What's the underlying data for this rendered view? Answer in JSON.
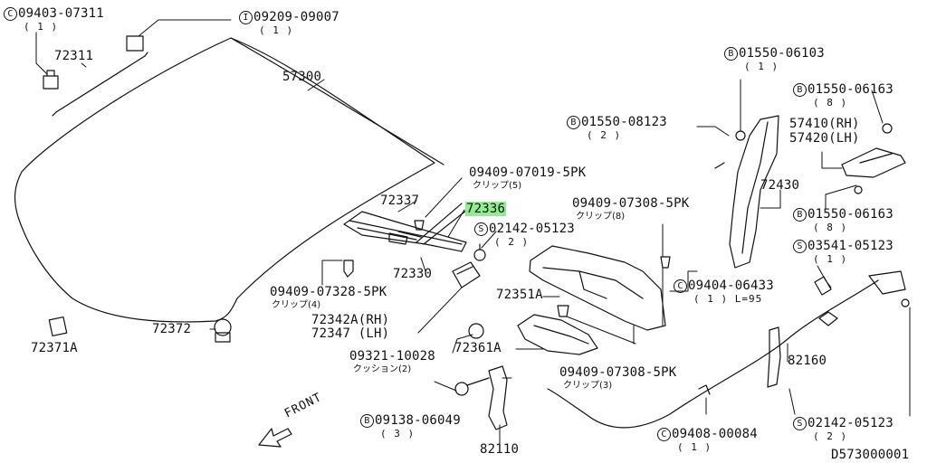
{
  "labels": {
    "c_09403_07311": {
      "prefix": "C",
      "code": "09403-07311",
      "qty": "( 1 )"
    },
    "i_09209_09007": {
      "prefix": "I",
      "code": "09209-09007",
      "qty": "( 1 )"
    },
    "p72311": "72311",
    "p57300": "57300",
    "p72337": "72337",
    "p72336": "72336",
    "p72330": "72330",
    "clip_07019": {
      "code": "09409-07019-5PK",
      "sub": "クリップ(5)"
    },
    "s_02142_a": {
      "prefix": "S",
      "code": "02142-05123",
      "qty": "( 2 )"
    },
    "clip_07328": {
      "code": "09409-07328-5PK",
      "sub": "クリップ(4)"
    },
    "p72342": "72342A(RH)",
    "p72347": "72347  (LH)",
    "p72372": "72372",
    "p72371a": "72371A",
    "cushion": {
      "code": "09321-10028",
      "sub": "クッション(2)"
    },
    "b_09138": {
      "prefix": "B",
      "code": "09138-06049",
      "qty": "( 3 )"
    },
    "p82110": "82110",
    "b_01550_08123": {
      "prefix": "B",
      "code": "01550-08123",
      "qty": "( 2 )"
    },
    "clip_07308_a": {
      "code": "09409-07308-5PK",
      "sub": "クリップ(8)"
    },
    "p72351a": "72351A",
    "p72361a": "72361A",
    "clip_07308_b": {
      "code": "09409-07308-5PK",
      "sub": "クリップ(3)"
    },
    "b_01550_06103": {
      "prefix": "B",
      "code": "01550-06103",
      "qty": "( 1 )"
    },
    "b_01550_06163_a": {
      "prefix": "B",
      "code": "01550-06163",
      "qty": "( 8 )"
    },
    "p57410": "57410(RH)",
    "p57420": "57420(LH)",
    "p72430": "72430",
    "b_01550_06163_b": {
      "prefix": "B",
      "code": "01550-06163",
      "qty": "( 8 )"
    },
    "s_03541": {
      "prefix": "S",
      "code": "03541-05123",
      "qty": "( 1 )"
    },
    "c_09404": {
      "prefix": "C",
      "code": "09404-06433",
      "qty": "( 1 ) L=95"
    },
    "p82160": "82160",
    "c_09408": {
      "prefix": "C",
      "code": "09408-00084",
      "qty": "( 1 )"
    },
    "s_02142_b": {
      "prefix": "S",
      "code": "02142-05123",
      "qty": "( 2 )"
    },
    "front": "FRONT",
    "diagram_id": "D573000001"
  }
}
